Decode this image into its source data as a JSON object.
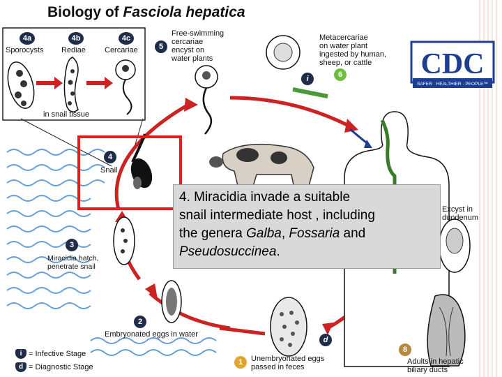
{
  "title": {
    "prefix": "Biology of ",
    "species": "Fasciola hepatica"
  },
  "logo": {
    "text": "CDC",
    "tagline": "SAFER · HEALTHIER · PEOPLE™"
  },
  "stages": {
    "s4a": {
      "num": "4a",
      "label": "Sporocysts"
    },
    "s4b": {
      "num": "4b",
      "label": "Rediae"
    },
    "s4c": {
      "num": "4c",
      "label": "Cercariae"
    },
    "snail_tissue": "in snail tissue",
    "s5": {
      "num": "5",
      "lines": [
        "Free-swimming",
        "cercariae",
        "encyst on",
        "water plants"
      ]
    },
    "s6": {
      "num": "6",
      "lines": [
        "Metacercariae",
        "on water plant",
        "ingested by human,",
        "sheep, or cattle"
      ]
    },
    "s4": {
      "num": "4",
      "label": "Snail"
    },
    "s3": {
      "num": "3",
      "lines": [
        "Miracidia hatch,",
        "penetrate snail"
      ]
    },
    "s2": {
      "num": "2",
      "label": "Embryonated eggs in water"
    },
    "s1": {
      "num": "1",
      "lines": [
        "Unembryonated eggs",
        "passed in feces"
      ]
    },
    "s7": {
      "lines": [
        "Excyst in",
        "duodenum"
      ]
    },
    "s8": {
      "num": "8",
      "lines": [
        "Adults in hepatic",
        "biliary ducts"
      ]
    },
    "marker_i": "i",
    "marker_d": "d"
  },
  "info_box": {
    "line1": "4. Miracidia invade a suitable",
    "line2": "snail intermediate host , including",
    "line3_prefix": "the genera ",
    "galba": "Galba",
    "sep": ", ",
    "fossaria": "Fossaria",
    "and": " and",
    "pseudosuccinea": "Pseudosuccinea",
    "period": "."
  },
  "legend": {
    "infective": {
      "icon": "i",
      "text": "= Infective Stage"
    },
    "diagnostic": {
      "icon": "d",
      "text": "= Diagnostic Stage"
    }
  },
  "colors": {
    "cycle_arrow": "#cc2222",
    "highlight_box": "#e0201c",
    "badge": "#1f2d4a",
    "info_box_bg": "#d9d9d9",
    "cdc_blue": "#1d3f8f"
  }
}
